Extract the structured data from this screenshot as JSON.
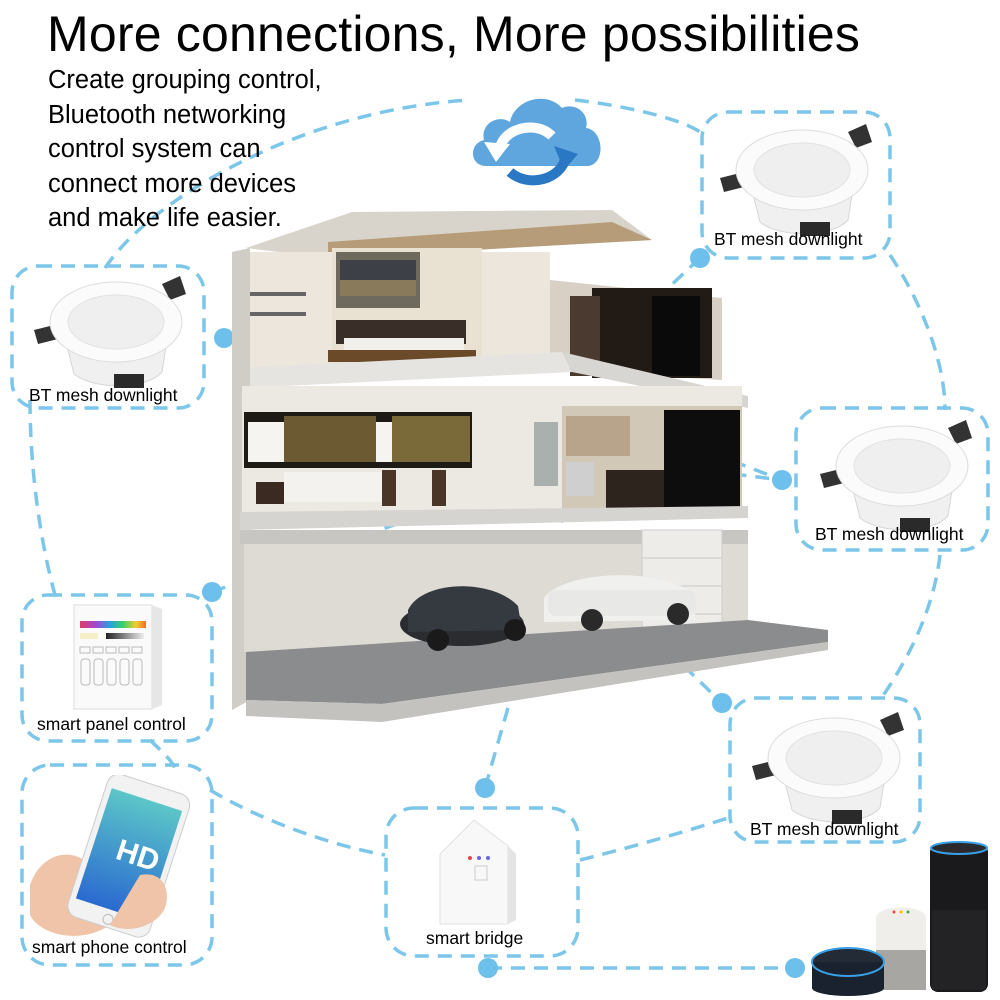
{
  "title": "More connections, More possibilities",
  "description": {
    "lines": [
      "Create grouping control,",
      "Bluetooth networking",
      "control system can",
      "connect more devices",
      "and make life easier."
    ]
  },
  "colors": {
    "dash": "#7cc6ea",
    "dot": "#6ec0ec",
    "cloud": "#5ea6dd",
    "cloud_arrow_dark": "#2a78c4"
  },
  "center": {
    "icon": "cloud-sync-icon",
    "illustration": "house-cutaway"
  },
  "devices": [
    {
      "id": "downlight-top-right",
      "label": "BT mesh downlight",
      "icon": "downlight-icon"
    },
    {
      "id": "downlight-left",
      "label": "BT mesh downlight",
      "icon": "downlight-icon"
    },
    {
      "id": "downlight-right",
      "label": "BT mesh downlight",
      "icon": "downlight-icon"
    },
    {
      "id": "downlight-bottom-right",
      "label": "BT mesh downlight",
      "icon": "downlight-icon"
    },
    {
      "id": "panel",
      "label": "smart panel control",
      "icon": "wall-panel-icon"
    },
    {
      "id": "phone",
      "label": "smart phone control",
      "icon": "smartphone-icon"
    },
    {
      "id": "bridge",
      "label": "smart bridge",
      "icon": "bridge-hub-icon"
    },
    {
      "id": "speakers",
      "label": "",
      "icon": "smart-speakers-icon"
    }
  ]
}
